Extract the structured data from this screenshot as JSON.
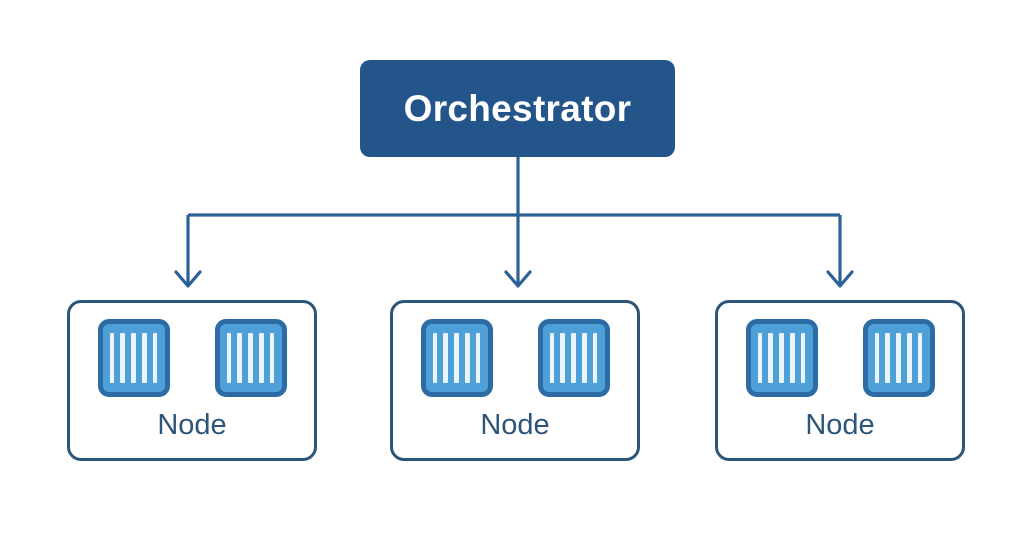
{
  "diagram": {
    "title_node": {
      "label": "Orchestrator",
      "fill_color": "#23558a",
      "text_color": "#ffffff"
    },
    "connector": {
      "stroke_color": "#2d6096",
      "arrowhead_style": "open-chevron"
    },
    "nodes": [
      {
        "label": "Node",
        "icons": [
          {
            "name": "server-icon",
            "bars": 5
          },
          {
            "name": "server-icon",
            "bars": 5
          }
        ]
      },
      {
        "label": "Node",
        "icons": [
          {
            "name": "server-icon",
            "bars": 5
          },
          {
            "name": "server-icon",
            "bars": 5
          }
        ]
      },
      {
        "label": "Node",
        "icons": [
          {
            "name": "server-icon",
            "bars": 5
          },
          {
            "name": "server-icon",
            "bars": 5
          }
        ]
      }
    ],
    "colors": {
      "background": "#ffffff",
      "box_border": "#2d5579",
      "label_text": "#2d5579",
      "icon_fill": "#4f9fd8",
      "icon_border": "#2d6ba5",
      "icon_bar": "#eaf6fc"
    }
  }
}
